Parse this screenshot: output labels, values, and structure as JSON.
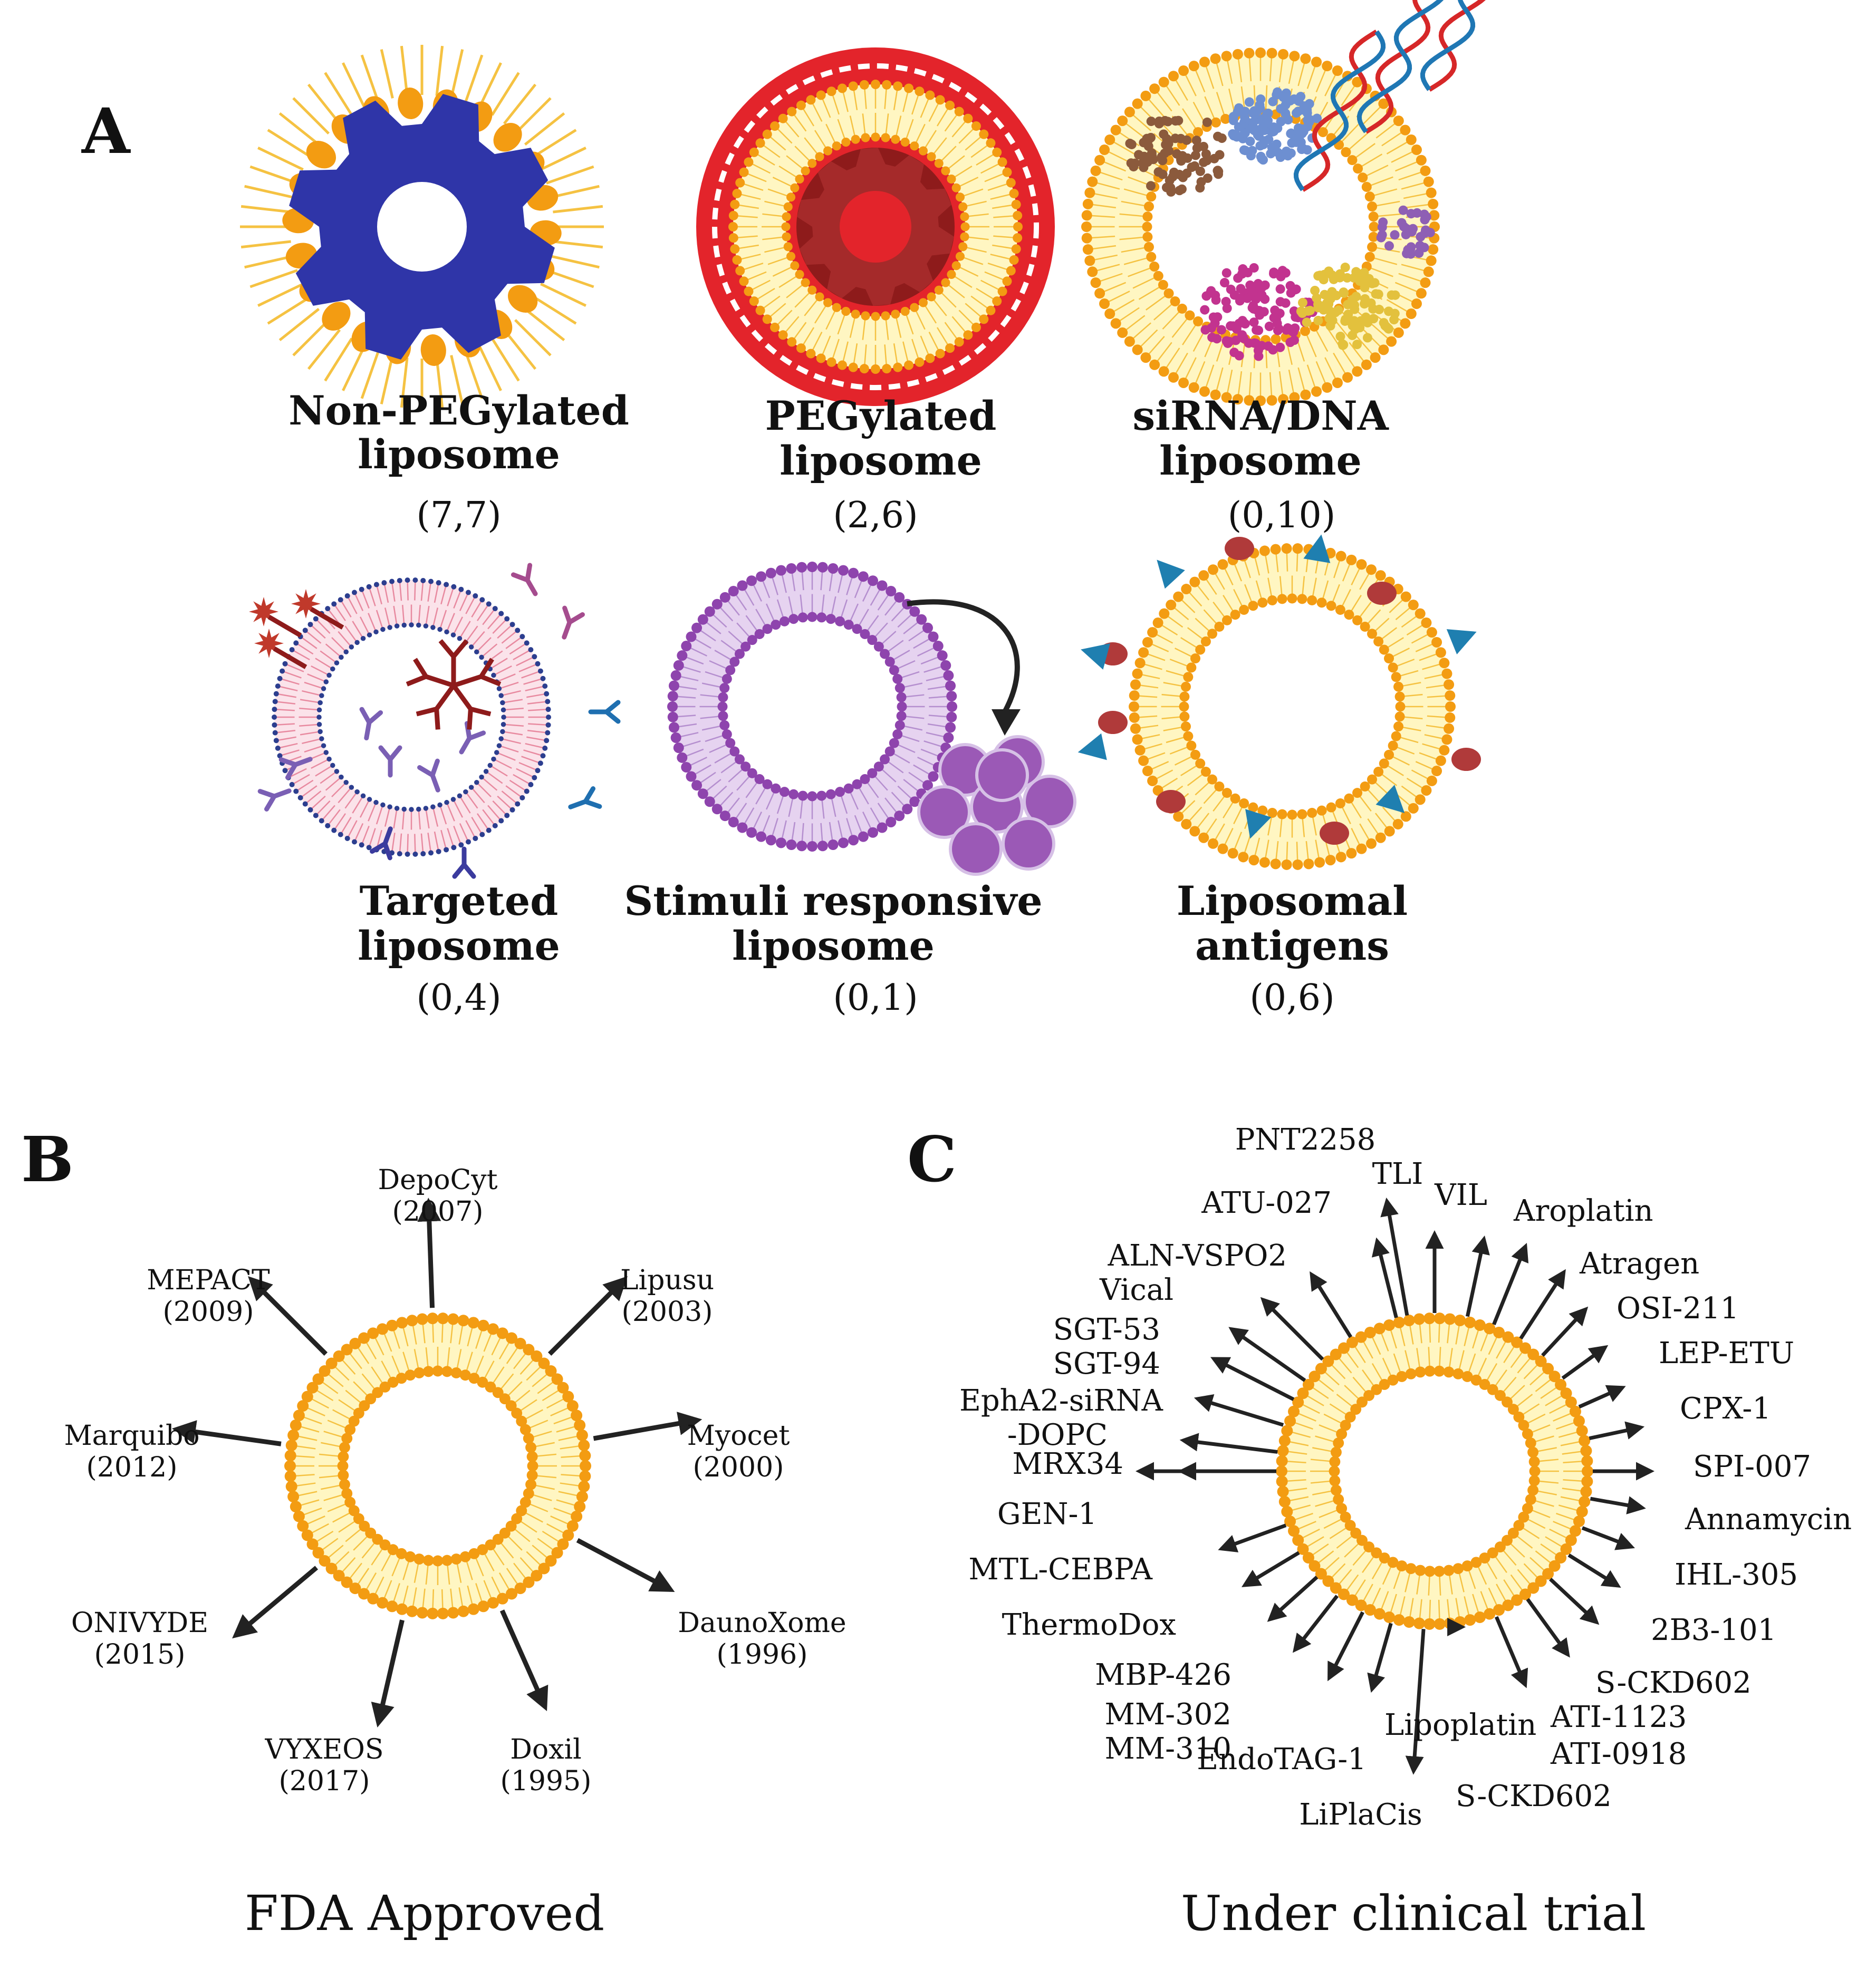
{
  "panels": {
    "a": {
      "letter": "A"
    },
    "b": {
      "letter": "B",
      "caption": "FDA Approved"
    },
    "c": {
      "letter": "C",
      "caption": "Under clinical trial"
    }
  },
  "liposome_types": [
    {
      "line1": "Non-PEGylated",
      "line2": "liposome",
      "count": "(7,7)"
    },
    {
      "line1": "PEGylated",
      "line2": "liposome",
      "count": "(2,6)"
    },
    {
      "line1": "siRNA/DNA",
      "line2": "liposome",
      "count": "(0,10)"
    },
    {
      "line1": "Targeted",
      "line2": "liposome",
      "count": "(0,4)"
    },
    {
      "line1": "Stimuli responsive",
      "line2": "liposome",
      "count": "(0,1)"
    },
    {
      "line1": "Liposomal",
      "line2": "antigens",
      "count": "(0,6)"
    }
  ],
  "fda_approved": [
    {
      "name": "DepoCyt",
      "year": "(2007)"
    },
    {
      "name": "Lipusu",
      "year": "(2003)"
    },
    {
      "name": "Myocet",
      "year": "(2000)"
    },
    {
      "name": "DaunoXome",
      "year": "(1996)"
    },
    {
      "name": "Doxil",
      "year": "(1995)"
    },
    {
      "name": "VYXEOS",
      "year": "(2017)"
    },
    {
      "name": "ONIVYDE",
      "year": "(2015)"
    },
    {
      "name": "Marquibo",
      "year": "(2012)"
    },
    {
      "name": "MEPACT",
      "year": "(2009)"
    }
  ],
  "clinical_trials": [
    "PNT2258",
    "TLI",
    "VIL",
    "Aroplatin",
    "Atragen",
    "OSI-211",
    "LEP-ETU",
    "CPX-1",
    "SPI-007",
    "Annamycin",
    "IHL-305",
    "2B3-101",
    "S-CKD602",
    "ATI-1123",
    "ATI-0918",
    "S-CKD602",
    "Lipoplatin",
    "LiPlaCis",
    "EndoTAG-1",
    "MM-310",
    "MM-302",
    "MBP-426",
    "ThermoDox",
    "MTL-CEBPA",
    "GEN-1",
    "MRX34",
    "-DOPC",
    "EphA2-siRNA",
    "SGT-94",
    "SGT-53",
    "Vical",
    "ALN-VSPO2",
    "ATU-027"
  ],
  "colors": {
    "lipid_head": "#f39c12",
    "lipid_tail": "#f5c242",
    "lipid_fill": "#fff6c2",
    "gear_blue": "#2f35a8",
    "peg_red": "#e3242b",
    "dark_red": "#8e1b1b",
    "purple": "#8e44ad",
    "lavender": "#e6d3f0",
    "teal": "#1f7fb0",
    "maroon": "#b03a3a",
    "pink_membrane": "#e88aa0",
    "navy": "#2c3e8f",
    "arrow": "#222222"
  }
}
